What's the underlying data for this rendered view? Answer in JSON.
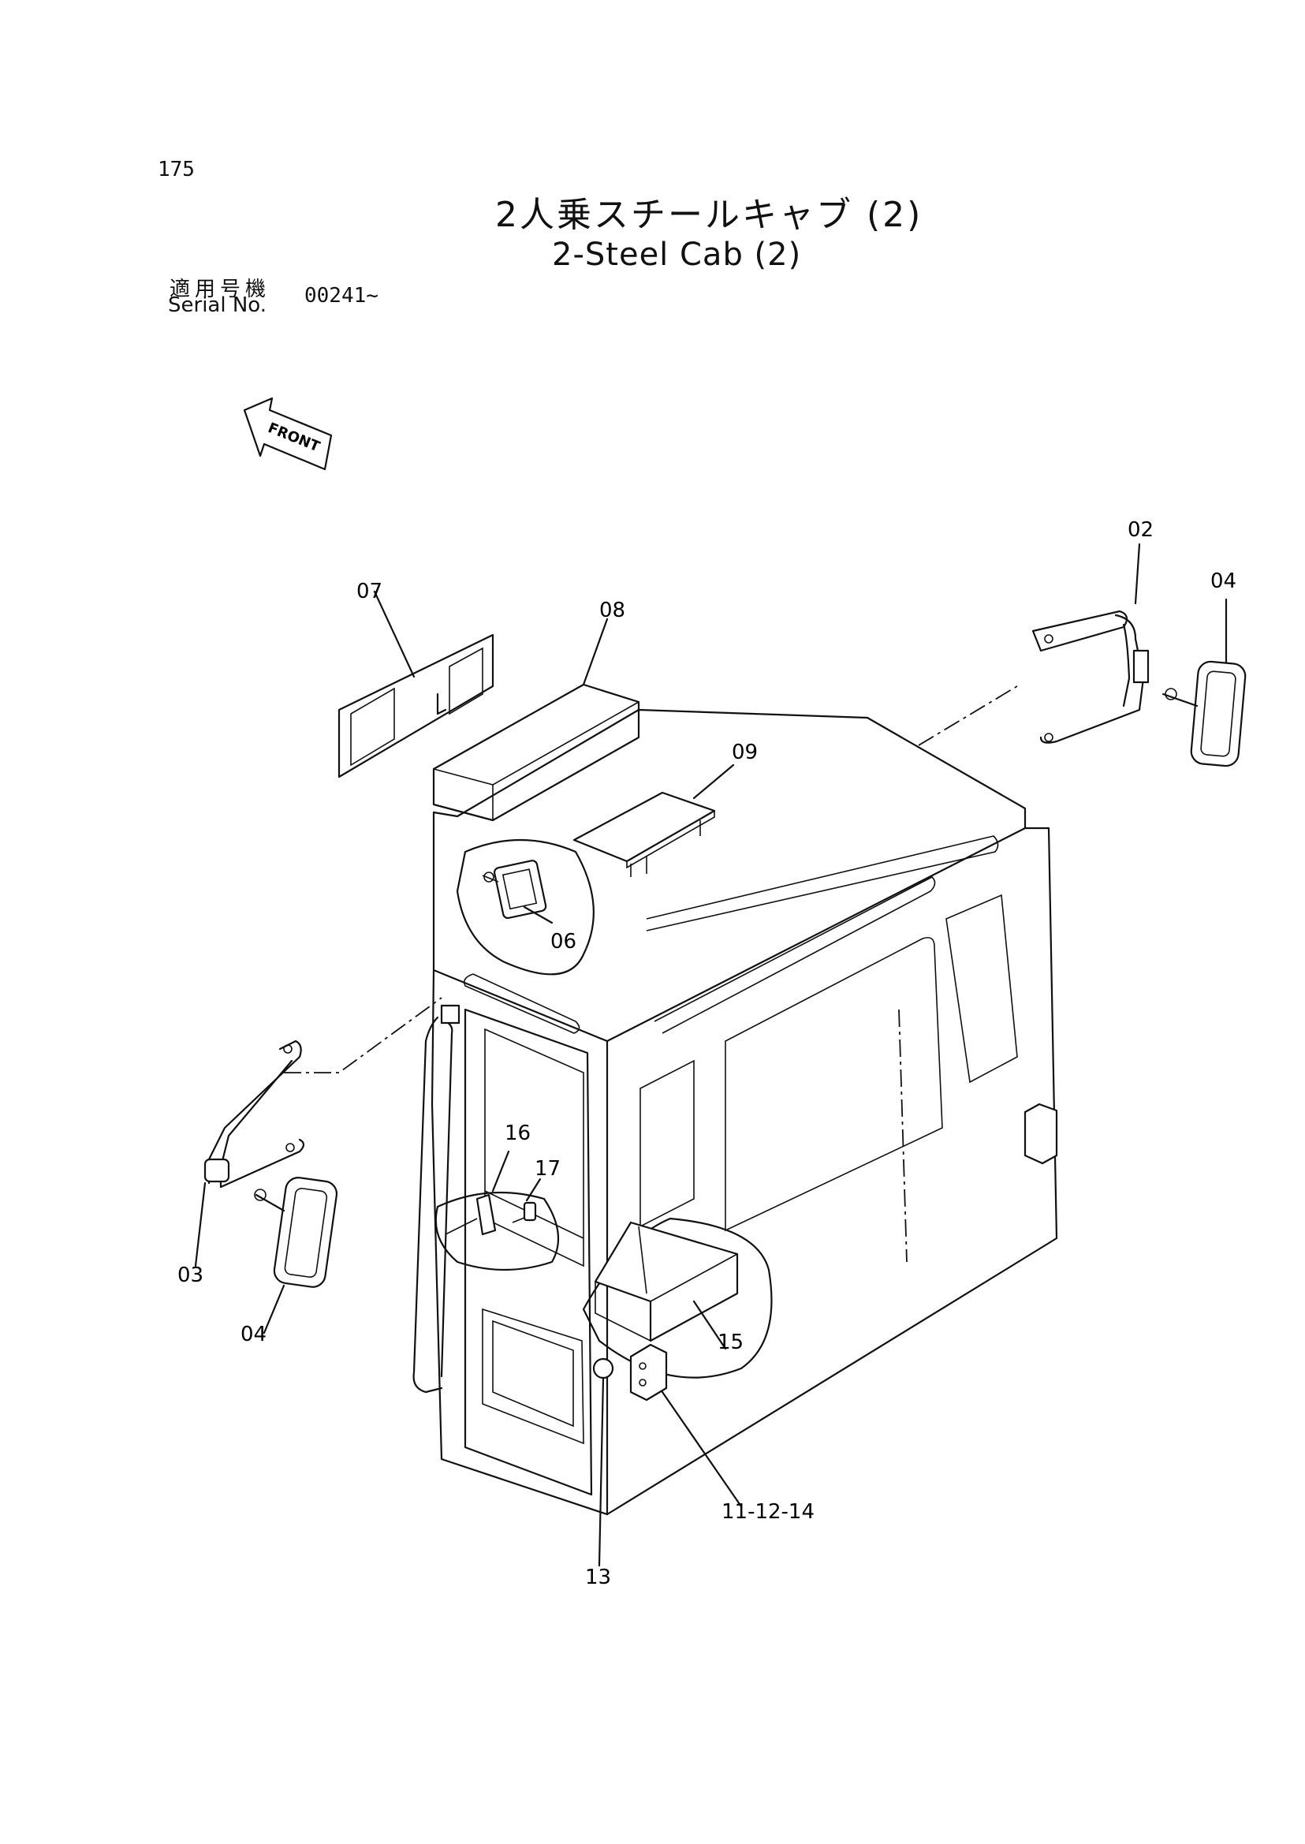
{
  "header": {
    "page_number": "175",
    "title_jp": "2人乗スチールキャブ (2)",
    "title_en": "2-Steel Cab (2)",
    "serial_label_jp": "適用号機",
    "serial_label_en": "Serial No.",
    "serial_value": "00241~"
  },
  "direction_marker": "FRONT",
  "callouts": {
    "c02": "02",
    "c03": "03",
    "c04_right": "04",
    "c04_left": "04",
    "c06": "06",
    "c07": "07",
    "c08": "08",
    "c09": "09",
    "c11": "11-12-14",
    "c13": "13",
    "c15": "15",
    "c16": "16",
    "c17": "17"
  }
}
